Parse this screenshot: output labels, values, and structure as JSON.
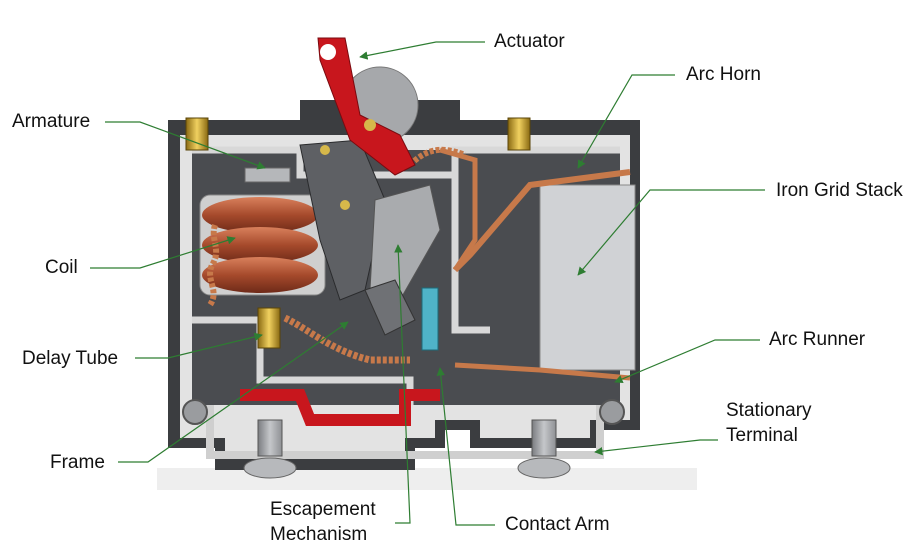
{
  "labels": {
    "actuator": "Actuator",
    "arc_horn": "Arc Horn",
    "armature": "Armature",
    "iron_grid_stack": "Iron Grid Stack",
    "coil": "Coil",
    "arc_runner": "Arc Runner",
    "delay_tube": "Delay Tube",
    "stationary_terminal_1": "Stationary",
    "stationary_terminal_2": "Terminal",
    "frame": "Frame",
    "escapement_1": "Escapement",
    "escapement_2": "Mechanism",
    "contact_arm": "Contact Arm"
  },
  "colors": {
    "leader_line": "#2e7d32",
    "housing": "#3b3d40",
    "housing_inner": "#e6e6e6",
    "actuator": "#c8161d",
    "copper": "#c7794a",
    "coil": "#a64a2c",
    "brass": "#c9a227",
    "contact": "#4fb3c8"
  }
}
